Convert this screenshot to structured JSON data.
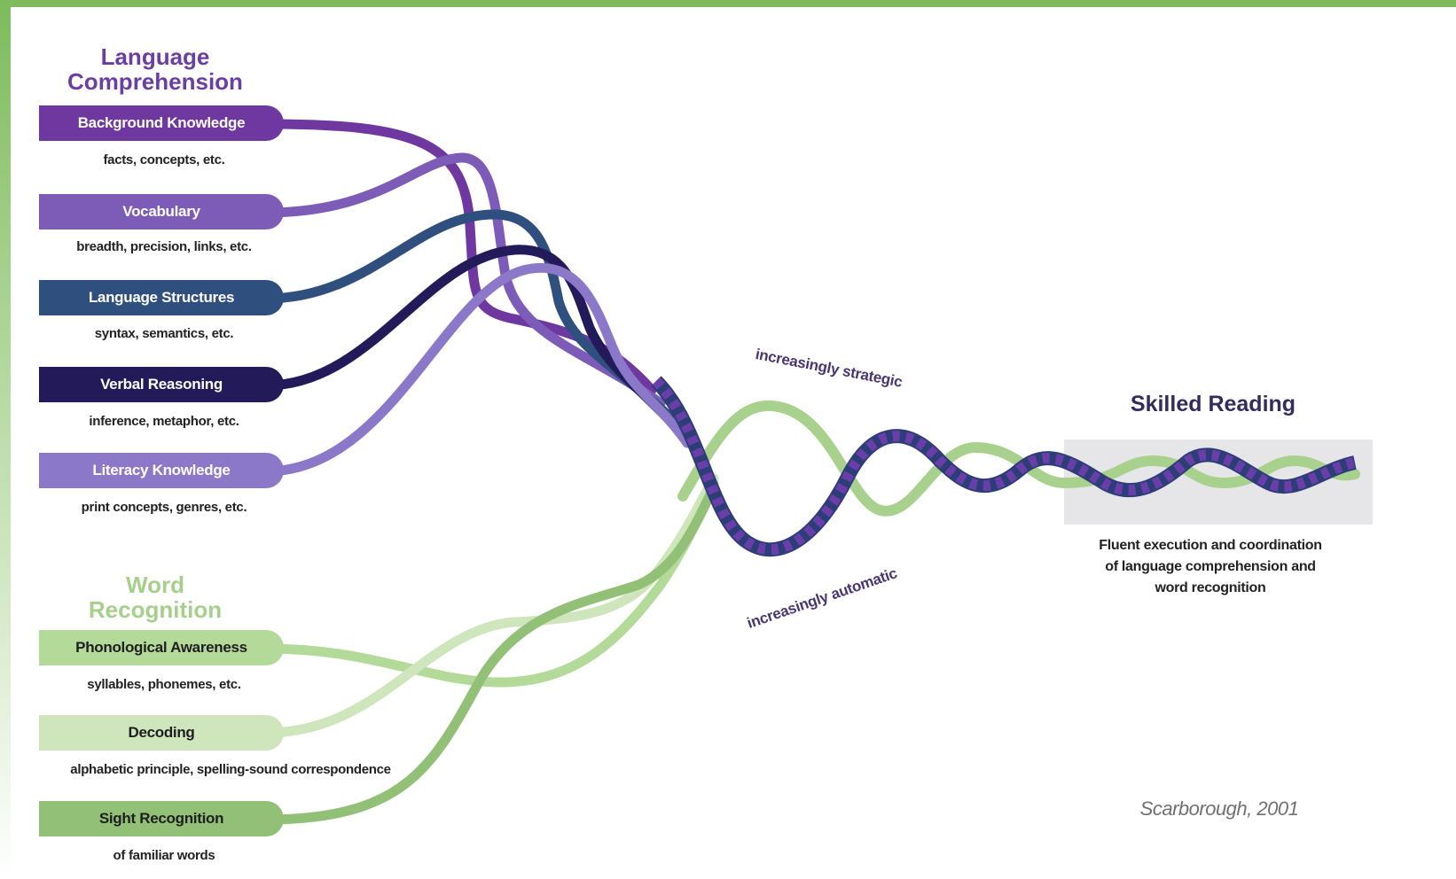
{
  "language_comprehension": {
    "heading": [
      "Language",
      "Comprehension"
    ],
    "strands": [
      {
        "label": "Background Knowledge",
        "detail": "facts, concepts, etc.",
        "color": "#6f37a0",
        "text_color": "#ffffff"
      },
      {
        "label": "Vocabulary",
        "detail": "breadth, precision, links, etc.",
        "color": "#7d5cb8",
        "text_color": "#ffffff"
      },
      {
        "label": "Language Structures",
        "detail": "syntax, semantics, etc.",
        "color": "#2f4f7f",
        "text_color": "#ffffff"
      },
      {
        "label": "Verbal Reasoning",
        "detail": "inference, metaphor, etc.",
        "color": "#221a59",
        "text_color": "#ffffff"
      },
      {
        "label": "Literacy Knowledge",
        "detail": "print concepts, genres, etc.",
        "color": "#8c78c8",
        "text_color": "#ffffff"
      }
    ]
  },
  "word_recognition": {
    "heading": [
      "Word",
      "Recognition"
    ],
    "strands": [
      {
        "label": "Phonological Awareness",
        "detail": "syllables, phonemes, etc.",
        "color": "#b4da99",
        "text_color": "#1e1e1e"
      },
      {
        "label": "Decoding",
        "detail": "alphabetic principle, spelling-sound correspondence",
        "color": "#cfe6bd",
        "text_color": "#1e1e1e"
      },
      {
        "label": "Sight Recognition",
        "detail": "of familiar words",
        "color": "#92c076",
        "text_color": "#1e1e1e"
      }
    ]
  },
  "annotations": {
    "strategic": "increasingly strategic",
    "automatic": "increasingly automatic"
  },
  "outcome": {
    "title": "Skilled Reading",
    "description": [
      "Fluent execution and coordination",
      "of language comprehension and",
      "word recognition"
    ]
  },
  "citation": "Scarborough, 2001",
  "colors": {
    "frame": "#7dbb5c",
    "lc_heading": "#6a3ea3",
    "wr_heading": "#a7cf8c",
    "rope_purple": "#6a3ea8",
    "rope_navy": "#2c3d78",
    "rope_green": "#a9d18e",
    "outcome_box": "#e6e6e8"
  }
}
